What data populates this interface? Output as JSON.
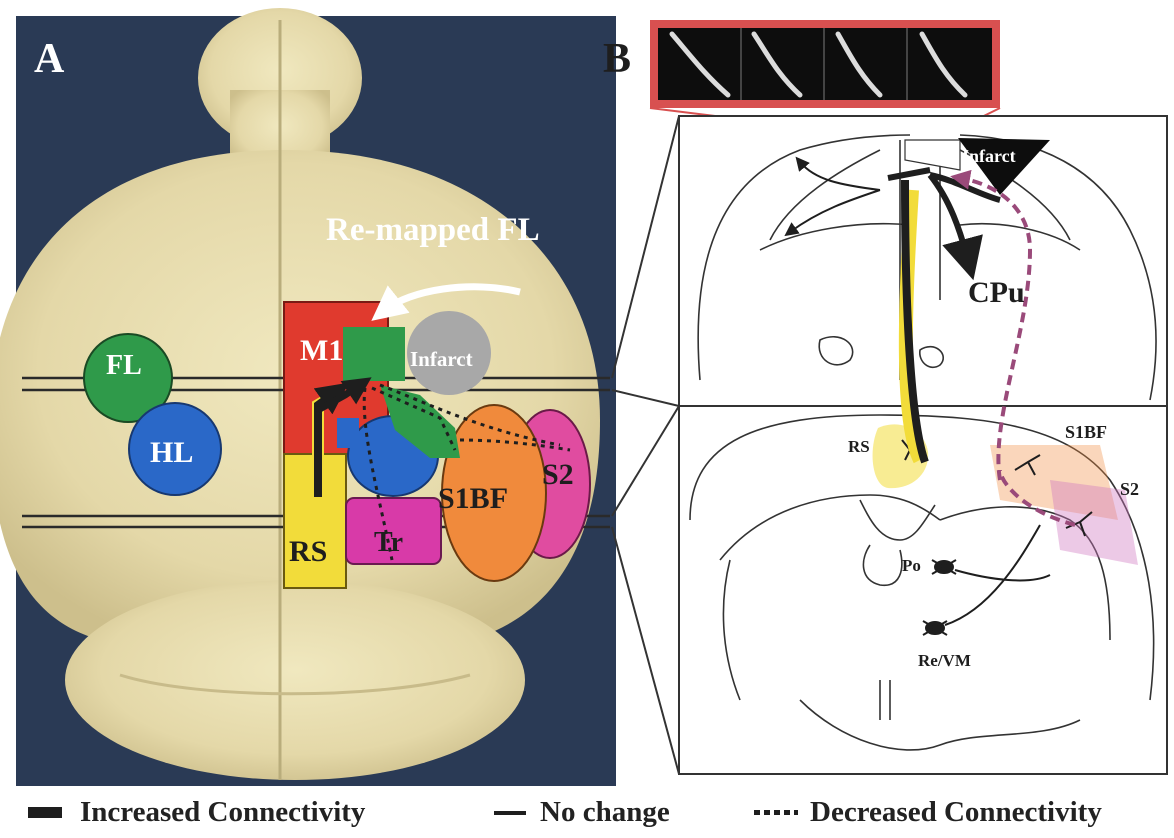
{
  "panel_a": {
    "letter": "A",
    "remap_label": "Re-mapped FL",
    "regions": {
      "fl": "FL",
      "hl": "HL",
      "m1": "M1",
      "infarct": "Infarct",
      "rs": "RS",
      "tr": "Tr",
      "s1bf": "S1BF",
      "s2": "S2"
    }
  },
  "panel_b": {
    "letter": "B",
    "infarct": "Infarct",
    "cpu": "CPu",
    "rs": "RS",
    "s1bf": "S1BF",
    "s2": "S2",
    "po": "Po",
    "revm": "Re/VM"
  },
  "legend": {
    "increased": "Increased Connectivity",
    "no_change": "No change",
    "decreased": "Decreased Connectivity"
  },
  "colors": {
    "brain": "#e6dcae",
    "background_dark": "#2a3a55",
    "m1": "#e03a2e",
    "fl": "#2f9a4a",
    "hl": "#2a68c8",
    "infarct": "#a8a8a8",
    "rs": "#f2dc3a",
    "tr": "#d83aa8",
    "s1bf": "#f08a3c",
    "s2": "#e04ca0",
    "inset_frame": "#d85050"
  }
}
